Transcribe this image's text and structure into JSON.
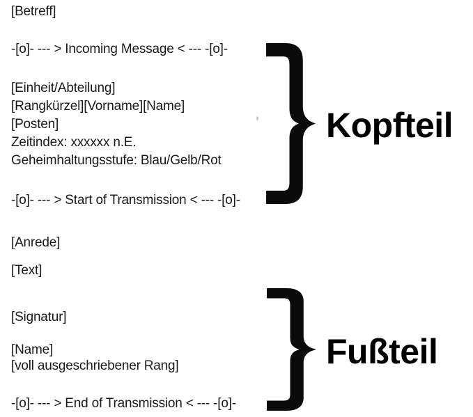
{
  "page": {
    "background": "#ffffff",
    "text_color": "#1a1a1a",
    "annotation_color": "#000000"
  },
  "document": {
    "lines": [
      "[Betreff]",
      "-[o]- --- > Incoming Message < --- -[o]-",
      "[Einheit/Abteilung]",
      "[Rangkürzel][Vorname][Name]",
      "[Posten]",
      "Zeitindex: xxxxxx n.E.",
      "Geheimhaltungsstufe: Blau/Gelb/Rot",
      "-[o]- --- > Start of Transmission < --- -[o]-",
      "[Anrede]",
      "[Text]",
      "[Signatur]",
      "[Name]",
      "[voll ausgeschriebener Rang]",
      "-[o]- --- > End of Transmission < --- -[o]-"
    ]
  },
  "annotations": {
    "kopfteil_label": "Kopfteil",
    "fussteil_label": "Fußteil"
  }
}
